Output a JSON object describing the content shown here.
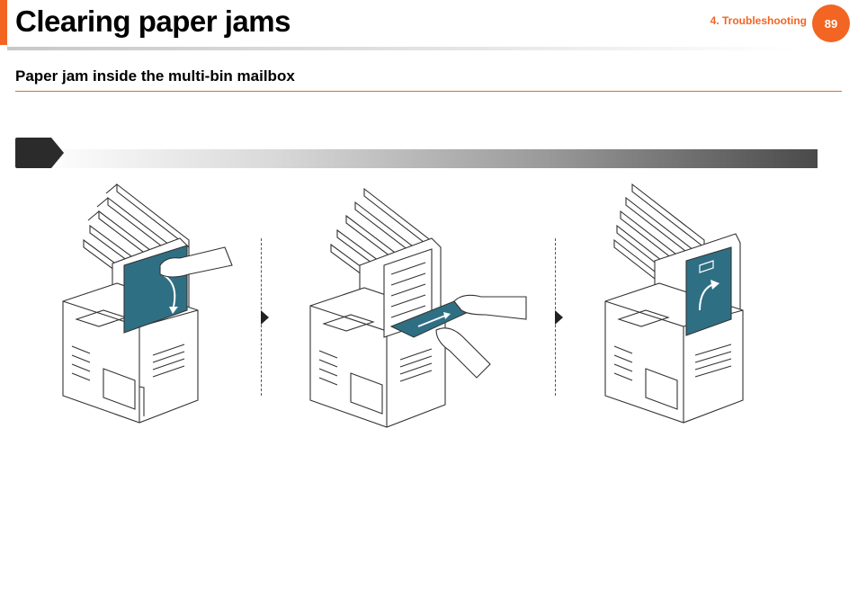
{
  "header": {
    "title": "Clearing paper jams",
    "chapter": "4.  Troubleshooting",
    "page_number": "89"
  },
  "section": {
    "heading": "Paper jam inside the multi-bin mailbox"
  },
  "colors": {
    "accent": "#f26522",
    "panel": "#2f6f84"
  },
  "figures": [
    {
      "icon": "printer-open-cover-illustration"
    },
    {
      "icon": "printer-remove-jammed-paper-illustration"
    },
    {
      "icon": "printer-close-cover-illustration"
    }
  ]
}
